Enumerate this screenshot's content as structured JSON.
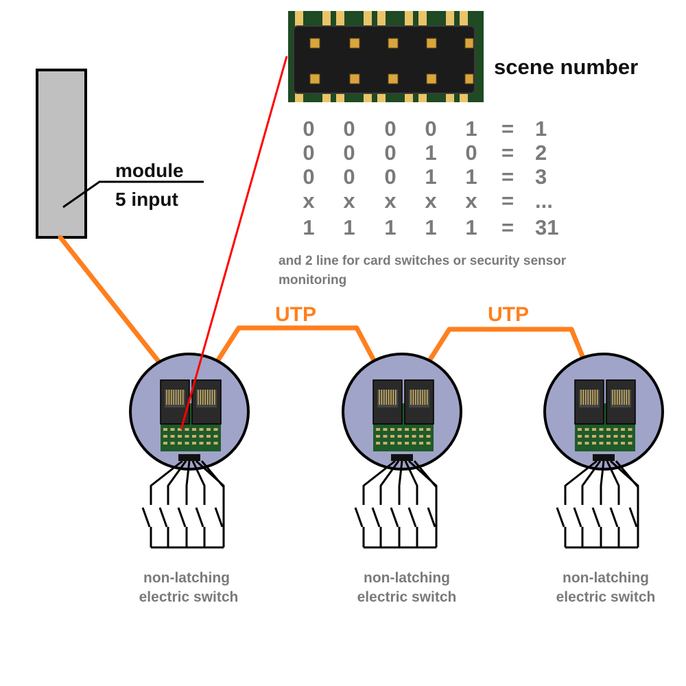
{
  "module": {
    "line1": "module",
    "line2": "5 input"
  },
  "header_label": "scene number",
  "truth_table": [
    {
      "bits": [
        "0",
        "0",
        "0",
        "0",
        "1"
      ],
      "eq": "=",
      "value": "1"
    },
    {
      "bits": [
        "0",
        "0",
        "0",
        "1",
        "0"
      ],
      "eq": "=",
      "value": "2"
    },
    {
      "bits": [
        "0",
        "0",
        "0",
        "1",
        "1"
      ],
      "eq": "=",
      "value": "3"
    },
    {
      "bits": [
        "x",
        "x",
        "x",
        "x",
        "x"
      ],
      "eq": "=",
      "value": "..."
    },
    {
      "bits": [
        "1",
        "1",
        "1",
        "1",
        "1"
      ],
      "eq": "=",
      "value": "31"
    }
  ],
  "note": {
    "line1": "and 2 line for card switches or security sensor",
    "line2": "monitoring"
  },
  "cable_labels": [
    "UTP",
    "UTP"
  ],
  "switch_units": [
    {
      "line1": "non-latching",
      "line2": "electric switch"
    },
    {
      "line1": "non-latching",
      "line2": "electric switch"
    },
    {
      "line1": "non-latching",
      "line2": "electric switch"
    }
  ],
  "colors": {
    "cable": "#ff7f1e",
    "pointer": "#ff0000",
    "unit_fill": "#a0a4c8",
    "module_fill": "#c0c0c0",
    "pcb": "#1f5a2a",
    "text_dark": "#222222",
    "text_gray": "#7a7a7a",
    "cable_text": "#ff7f1e"
  }
}
